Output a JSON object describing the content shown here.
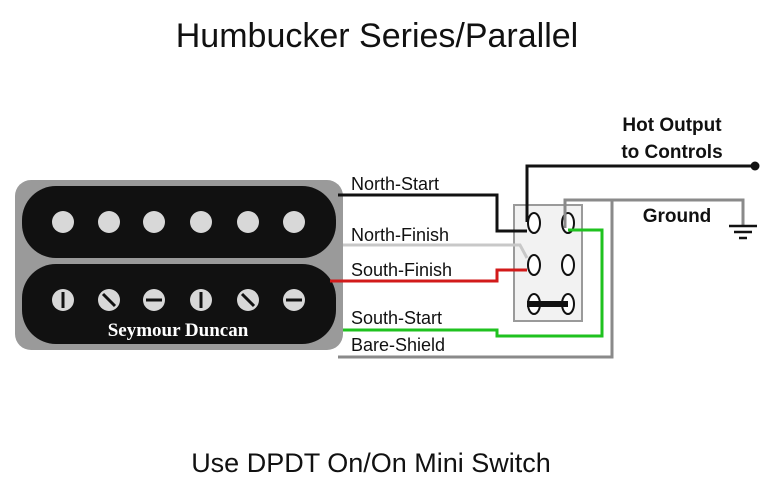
{
  "title": "Humbucker Series/Parallel",
  "pickup": {
    "brand": "Seymour Duncan"
  },
  "wires": [
    {
      "label": "North-Start",
      "color": "#111111"
    },
    {
      "label": "North-Finish",
      "color": "#c8c8c8"
    },
    {
      "label": "South-Finish",
      "color": "#d21a1a"
    },
    {
      "label": "South-Start",
      "color": "#1fc21f"
    },
    {
      "label": "Bare-Shield",
      "color": "#8a8a8a"
    }
  ],
  "outputs": {
    "hot_line1": "Hot Output",
    "hot_line2": "to Controls",
    "ground": "Ground"
  },
  "caption": "Use DPDT On/On Mini Switch",
  "icons": [
    "ground-symbol-icon",
    "dpdt-switch-icon",
    "humbucker-pickup-icon"
  ]
}
